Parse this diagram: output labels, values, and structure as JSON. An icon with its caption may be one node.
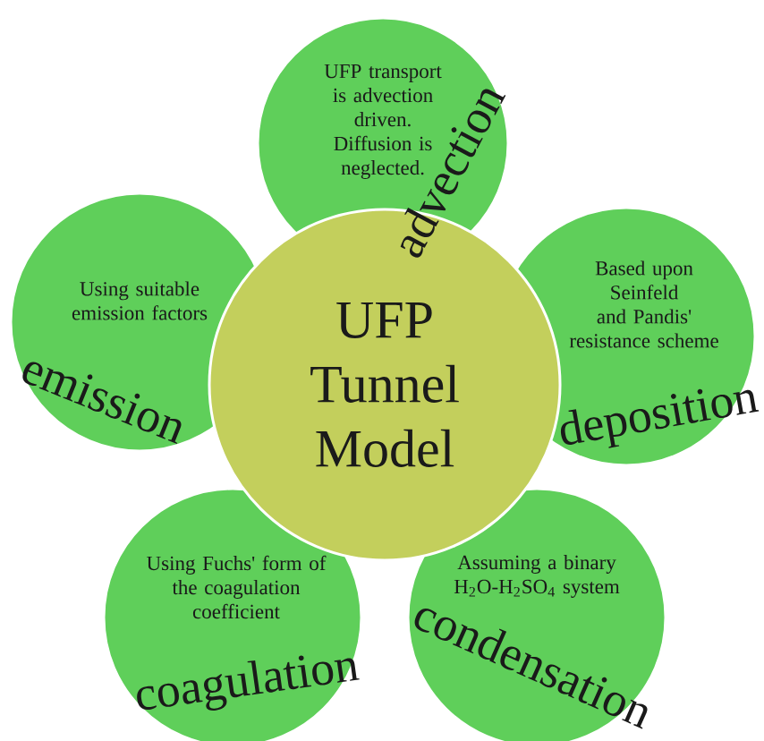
{
  "diagram": {
    "nodes": [
      {
        "text": [
          "UFP Tunnel Model"
        ]
      },
      {
        "text": [
          "UFP transport is advection driven. Diffusion is neglected.",
          "advection"
        ]
      },
      {
        "text": [
          "Using suitable emission factors",
          "emission"
        ]
      },
      {
        "text": [
          "Based upon Seinfeld and Pandis' resistance scheme",
          "deposition"
        ]
      },
      {
        "text": [
          "Using Fuchs' form of the coagulation coefficient",
          "coagulation"
        ]
      },
      {
        "text": [
          "Assuming a binary H$_{2}$O-H$_{2}$SO$_{4}$ system",
          "condensation"
        ]
      }
    ]
  }
}
